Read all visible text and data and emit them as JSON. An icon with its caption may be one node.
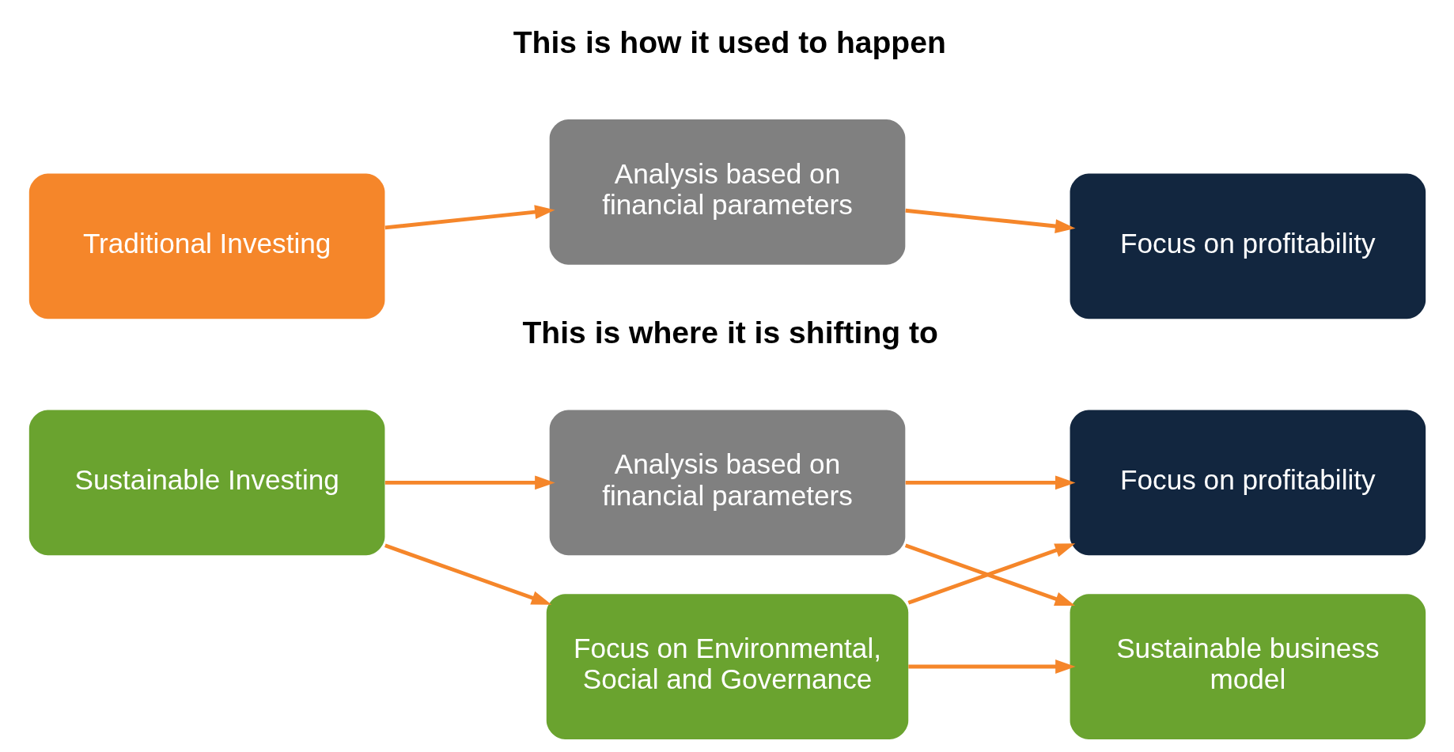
{
  "diagram": {
    "nodes": [
      {
        "text": [
          "Traditional Investing"
        ]
      },
      {
        "text": [
          "Analysis based on financial parameters"
        ]
      },
      {
        "text": [
          "Focus on profitability"
        ]
      },
      {
        "text": [
          "Sustainable Investing"
        ]
      },
      {
        "text": [
          "Analysis based on financial parameters"
        ]
      },
      {
        "text": [
          "Focus on Environmental, Social and Governance"
        ]
      },
      {
        "text": [
          "Focus on profitability"
        ]
      },
      {
        "text": [
          "Sustainable business model"
        ]
      }
    ],
    "edges": [
      {
        "from": 0,
        "to": 1,
        "arrow": "to"
      },
      {
        "from": 1,
        "to": 2,
        "arrow": "to"
      },
      {
        "from": 3,
        "to": 4,
        "arrow": "to"
      },
      {
        "from": 3,
        "to": 5,
        "arrow": "to"
      },
      {
        "from": 4,
        "to": 6,
        "arrow": "to"
      },
      {
        "from": 4,
        "to": 7,
        "arrow": "to"
      },
      {
        "from": 5,
        "to": 6,
        "arrow": "to"
      },
      {
        "from": 5,
        "to": 7,
        "arrow": "to"
      }
    ],
    "labels": [
      "This is how it used to happen",
      "This is where it is shifting to"
    ]
  }
}
